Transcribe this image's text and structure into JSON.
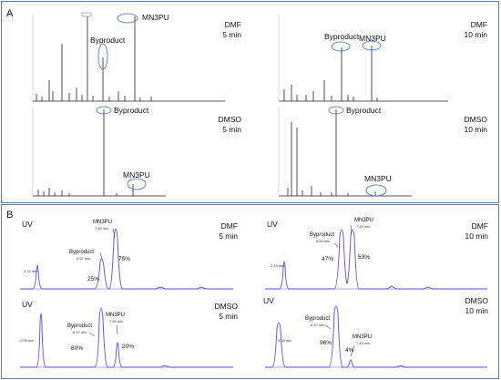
{
  "panel_a": {
    "letter": "A",
    "spectra": [
      {
        "id": "dmf5",
        "solvent": "DMF",
        "time": "5 min",
        "byproduct": "Byproduct",
        "product": "MN3PU"
      },
      {
        "id": "dmf10",
        "solvent": "DMF",
        "time": "10 min",
        "byproduct": "Byproduct",
        "product": "MN3PU"
      },
      {
        "id": "dmso5",
        "solvent": "DMSO",
        "time": "5 min",
        "byproduct": "Byproduct",
        "product": "MN3PU"
      },
      {
        "id": "dmso10",
        "solvent": "DMSO",
        "time": "10 min",
        "byproduct": "Byproduct",
        "product": "MN3PU"
      }
    ]
  },
  "panel_b": {
    "letter": "B",
    "chromatograms": [
      {
        "id": "uv-dmf5",
        "detector": "UV",
        "solvent": "DMF",
        "time": "5 min",
        "first_peak_time": "2.13 min",
        "byproduct": "Byproduct",
        "byproduct_time": "6.57 min",
        "byproduct_pct": "25%",
        "product": "MN3PU",
        "product_time": "7.83 min",
        "product_pct": "75%"
      },
      {
        "id": "uv-dmf10",
        "detector": "UV",
        "solvent": "DMF",
        "time": "10 min",
        "first_peak_time": "2.13 min",
        "byproduct": "Byproduct",
        "byproduct_time": "6.63 min",
        "byproduct_pct": "47%",
        "product": "MN3PU",
        "product_time": "7.83 min",
        "product_pct": "53%"
      },
      {
        "id": "uv-dmso5",
        "detector": "UV",
        "solvent": "DMSO",
        "time": "5 min",
        "first_peak_time": "2.05 min",
        "byproduct": "Byproduct",
        "byproduct_time": "6.57 min",
        "byproduct_pct": "80%",
        "product": "MN3PU",
        "product_time": "7.83 min",
        "product_pct": "20%"
      },
      {
        "id": "uv-dmso10",
        "detector": "UV",
        "solvent": "DMSO",
        "time": "10 min",
        "first_peak_time": "2.03 min",
        "byproduct": "Byproduct",
        "byproduct_time": "6.57 min",
        "byproduct_pct": "96%",
        "product": "MN3PU",
        "product_time": "7.83 min",
        "product_pct": "4%"
      }
    ]
  },
  "colors": {
    "frame": "#5b7fb0",
    "trace": "#6f55e0",
    "baseline": "#c9b8ee",
    "annot": "#2f6fd6",
    "spectrum": "#222222"
  }
}
